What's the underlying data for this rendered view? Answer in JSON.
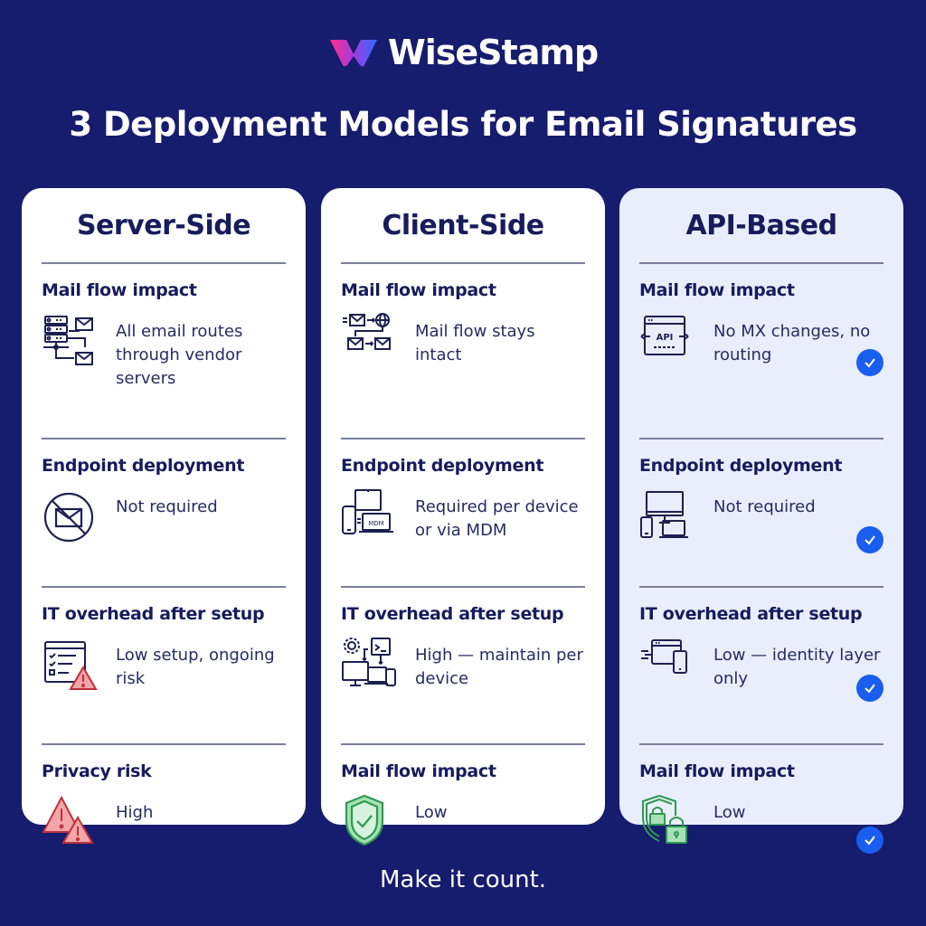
{
  "brand": {
    "name": "WiseStamp",
    "colors": {
      "background": "#161c6e",
      "text_dark": "#161c5c",
      "check": "#1a5ef0",
      "danger": "#f3a6a8",
      "safe": "#37a85a"
    }
  },
  "title": "3 Deployment Models for Email Signatures",
  "columns": [
    {
      "title": "Server-Side",
      "rows": [
        {
          "heading": "Mail flow impact",
          "text": "All email routes through vendor servers",
          "icon": "server-routing-icon",
          "check": false
        },
        {
          "heading": "Endpoint deployment",
          "text": "Not required",
          "icon": "no-mail-icon",
          "check": false
        },
        {
          "heading": "IT overhead after setup",
          "text": "Low setup, ongoing risk",
          "icon": "checklist-warning-icon",
          "check": false
        },
        {
          "heading": "Privacy risk",
          "text": "High",
          "icon": "double-warning-icon",
          "check": false
        }
      ]
    },
    {
      "title": "Client-Side",
      "rows": [
        {
          "heading": "Mail flow impact",
          "text": "Mail flow stays intact",
          "icon": "mail-globe-flow-icon",
          "check": false
        },
        {
          "heading": "Endpoint deployment",
          "text": "Required per device or via MDM",
          "icon": "mdm-devices-icon",
          "check": false
        },
        {
          "heading": "IT overhead after setup",
          "text": "High — maintain per device",
          "icon": "devices-maintenance-icon",
          "check": false
        },
        {
          "heading": "Mail flow impact",
          "text": "Low",
          "icon": "shield-check-icon",
          "check": false
        }
      ]
    },
    {
      "title": "API-Based",
      "rows": [
        {
          "heading": "Mail flow impact",
          "text": "No MX changes, no routing",
          "icon": "api-window-icon",
          "check": true
        },
        {
          "heading": "Endpoint deployment",
          "text": "Not required",
          "icon": "devices-icon",
          "check": true
        },
        {
          "heading": "IT overhead after setup",
          "text": "Low — identity layer only",
          "icon": "window-phone-icon",
          "check": true
        },
        {
          "heading": "Mail flow impact",
          "text": "Low",
          "icon": "shield-locks-icon",
          "check": true
        }
      ]
    }
  ],
  "tagline": "Make it count."
}
